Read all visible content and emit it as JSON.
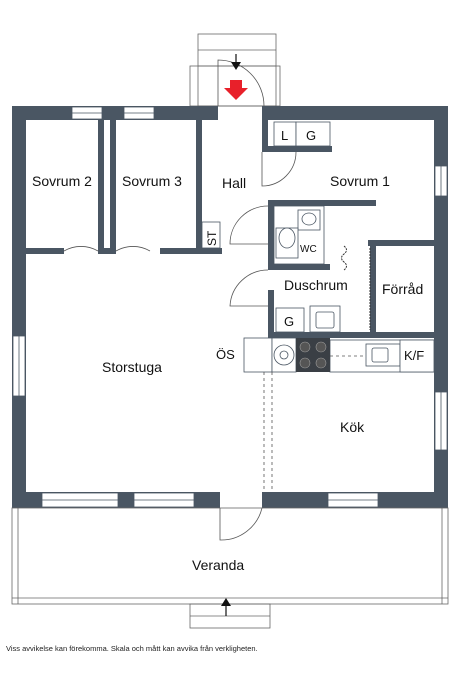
{
  "rooms": {
    "sovrum2": "Sovrum 2",
    "sovrum3": "Sovrum 3",
    "hall": "Hall",
    "sovrum1": "Sovrum 1",
    "duschrum": "Duschrum",
    "forrad": "Förråd",
    "storstuga": "Storstuga",
    "kok": "Kök",
    "veranda": "Veranda"
  },
  "fixtures": {
    "l": "L",
    "g_top": "G",
    "st": "ST",
    "wc": "WC",
    "g_bottom": "G",
    "os": "ÖS",
    "kf": "K/F"
  },
  "colors": {
    "wall": "#4a5663",
    "entrance_arrow": "#e8202a",
    "dark_arrow": "#111111"
  },
  "disclaimer": "Viss avvikelse kan förekomma. Skala och mått kan avvika från verkligheten."
}
